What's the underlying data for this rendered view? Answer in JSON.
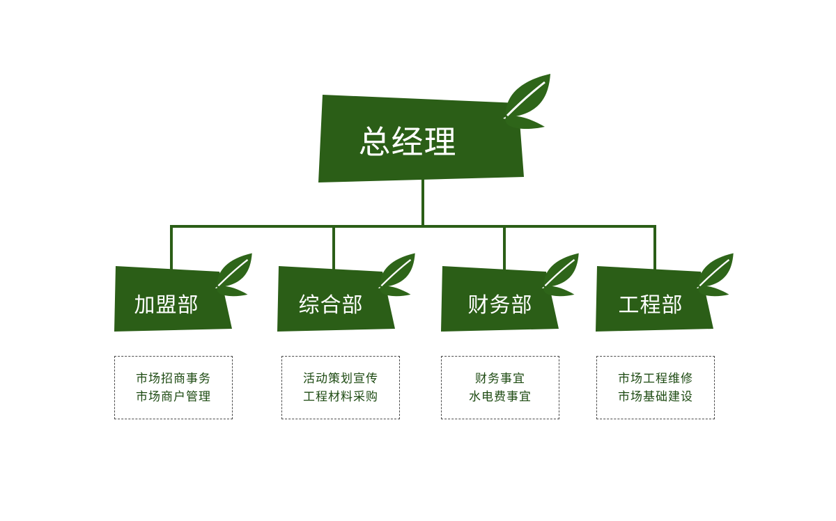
{
  "colors": {
    "primary": "#2b5e17",
    "leaf": "#2e6519",
    "text_dark": "#1d4a12",
    "border": "#4a4a4a"
  },
  "top": {
    "title": "总经理",
    "icon": "leaf-icon"
  },
  "departments": [
    {
      "name": "加盟部",
      "icon": "leaf-icon",
      "duties": [
        "市场招商事务",
        "市场商户管理"
      ]
    },
    {
      "name": "综合部",
      "icon": "leaf-icon",
      "duties": [
        "活动策划宣传",
        "工程材料采购"
      ]
    },
    {
      "name": "财务部",
      "icon": "leaf-icon",
      "duties": [
        "财务事宜",
        "水电费事宜"
      ]
    },
    {
      "name": "工程部",
      "icon": "leaf-icon",
      "duties": [
        "市场工程维修",
        "市场基础建设"
      ]
    }
  ]
}
